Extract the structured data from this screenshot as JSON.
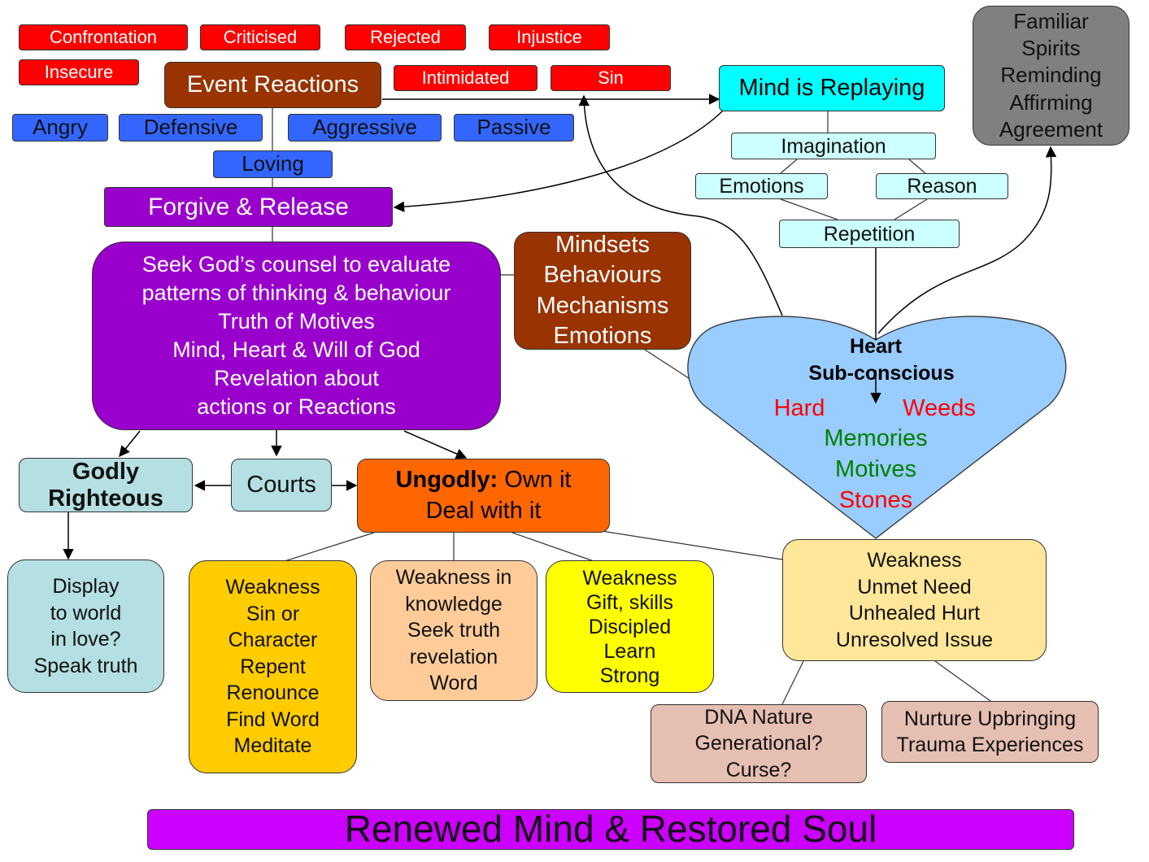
{
  "colors": {
    "red": "#ff0000",
    "blue": "#3366ff",
    "brown": "#993300",
    "purple": "#9900cc",
    "cyan": "#00ffff",
    "light_cyan": "#ccffff",
    "grey": "#808080",
    "teal": "#b4dfe3",
    "orange": "#ff6600",
    "gold": "#ffcc00",
    "peach": "#ffcc99",
    "yellow": "#ffff00",
    "cream": "#ffe699",
    "pink": "#e6bfb3",
    "magenta": "#cc00ff",
    "heart": "#99ccff",
    "green_text": "#008000",
    "red_text": "#ff0000"
  },
  "triggers": [
    "Confrontation",
    "Criticised",
    "Rejected",
    "Injustice",
    "Insecure",
    "Intimidated",
    "Sin"
  ],
  "event_reactions": "Event Reactions",
  "responses": [
    "Angry",
    "Defensive",
    "Aggressive",
    "Passive",
    "Loving"
  ],
  "forgive": "Forgive & Release",
  "counsel": [
    "Seek God’s counsel to evaluate",
    "patterns of thinking & behaviour",
    "Truth of Motives",
    "Mind, Heart & Will of God",
    "Revelation about",
    "actions or Reactions"
  ],
  "mindsets": [
    "Mindsets",
    "Behaviours",
    "Mechanisms",
    "Emotions"
  ],
  "mind": {
    "title": "Mind is Replaying",
    "imagination": "Imagination",
    "emotions": "Emotions",
    "reason": "Reason",
    "repetition": "Repetition"
  },
  "familiar": [
    "Familiar",
    "Spirits",
    "Reminding",
    "Affirming",
    "Agreement"
  ],
  "heart": {
    "title": "Heart",
    "subtitle": "Sub-conscious",
    "hard": "Hard",
    "weeds": "Weeds",
    "memories": "Memories",
    "motives": "Motives",
    "stones": "Stones"
  },
  "godly": [
    "Godly",
    "Righteous"
  ],
  "courts": "Courts",
  "ungodly": {
    "bold": "Ungodly:",
    "rest": " Own it",
    "line2": "Deal with it"
  },
  "display": [
    "Display",
    "to world",
    "in love?",
    "Speak truth"
  ],
  "weakness_sin": [
    "Weakness",
    "Sin or",
    "Character",
    "Repent",
    "Renounce",
    "Find Word",
    "Meditate"
  ],
  "weakness_knowledge": [
    "Weakness in",
    "knowledge",
    "Seek truth",
    "revelation",
    "Word"
  ],
  "weakness_gift": [
    "Weakness",
    "Gift, skills",
    "Discipled",
    "Learn",
    "Strong"
  ],
  "weakness_need": [
    "Weakness",
    "Unmet Need",
    "Unhealed Hurt",
    "Unresolved Issue"
  ],
  "dna": [
    "DNA Nature",
    "Generational?",
    "Curse?"
  ],
  "nurture": [
    "Nurture Upbringing",
    "Trauma Experiences"
  ],
  "footer": "Renewed Mind & Restored Soul"
}
